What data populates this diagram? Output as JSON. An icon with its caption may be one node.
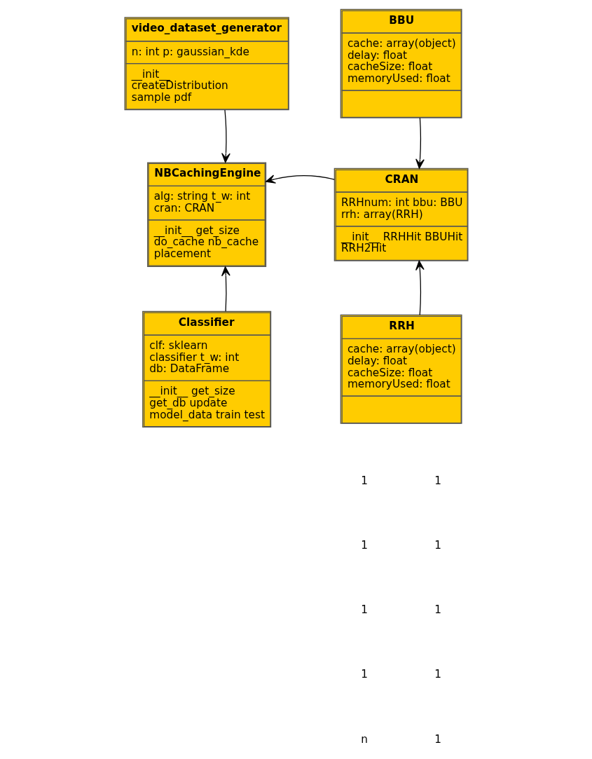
{
  "diagram": {
    "nodes": [
      {
        "text": [
          "video_dataset_generator",
          "n: int p: gaussian_kde",
          "__init__ createDistribution sample pdf"
        ]
      },
      {
        "text": [
          "BBU",
          "cache: array(object) delay: float cacheSize: float memoryUsed: float"
        ]
      },
      {
        "text": [
          "NBCachingEngine",
          "alg: string t_w: int cran: CRAN",
          "__init__ get_size do_cache nb_cache placement"
        ]
      },
      {
        "text": [
          "CRAN",
          "RRHnum: int bbu: BBU rrh: array(RRH)",
          "__init__ RRHHit BBUHit RRH2Hit"
        ]
      },
      {
        "text": [
          "Classifier",
          "clf: sklearn classifier t_w: int db: DataFrame",
          "__init__ get_size get_db update model_data train test"
        ]
      },
      {
        "text": [
          "RRH",
          "cache: array(object) delay: float cacheSize: float memoryUsed: float"
        ]
      }
    ],
    "edges": [
      {
        "from": 0,
        "to": 2,
        "arrow": "to"
      },
      {
        "from": 1,
        "to": 3,
        "arrow": "to"
      },
      {
        "from": 3,
        "to": 2,
        "arrow": "to"
      },
      {
        "from": 4,
        "to": 2,
        "arrow": "to"
      },
      {
        "from": 5,
        "to": 3,
        "arrow": "to"
      }
    ],
    "labels": [
      "1",
      "1",
      "1",
      "1",
      "1",
      "1",
      "1",
      "1",
      "n",
      "1"
    ]
  }
}
